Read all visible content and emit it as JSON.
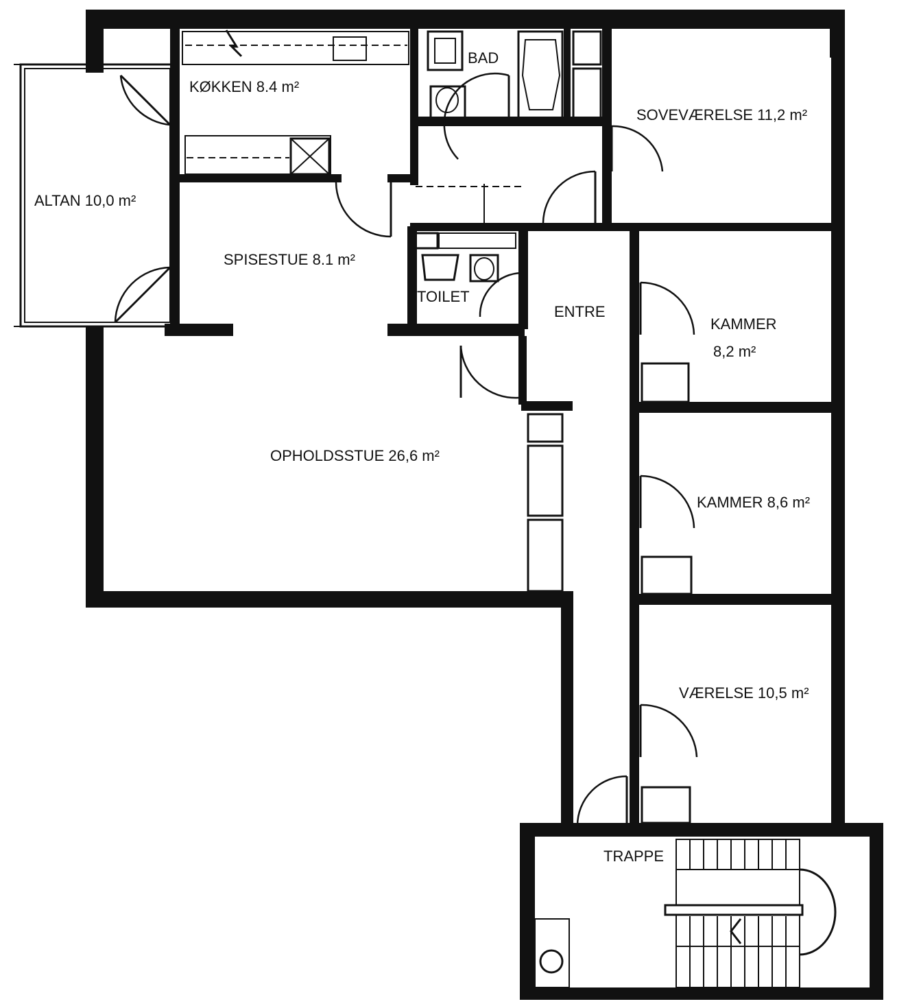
{
  "rooms": {
    "kokken": "KØKKEN 8.4 m²",
    "bad": "BAD",
    "sovevaerelse": "SOVEVÆRELSE 11,2 m²",
    "altan": "ALTAN 10,0 m²",
    "spisestue": "SPISESTUE 8.1 m²",
    "toilet": "TOILET",
    "entre": "ENTRE",
    "kammer1_name": "KAMMER",
    "kammer1_area": "8,2 m²",
    "opholdsstue": "OPHOLDSSTUE 26,6 m²",
    "kammer2": "KAMMER 8,6 m²",
    "vaerelse": "VÆRELSE 10,5 m²",
    "trappe": "TRAPPE"
  }
}
